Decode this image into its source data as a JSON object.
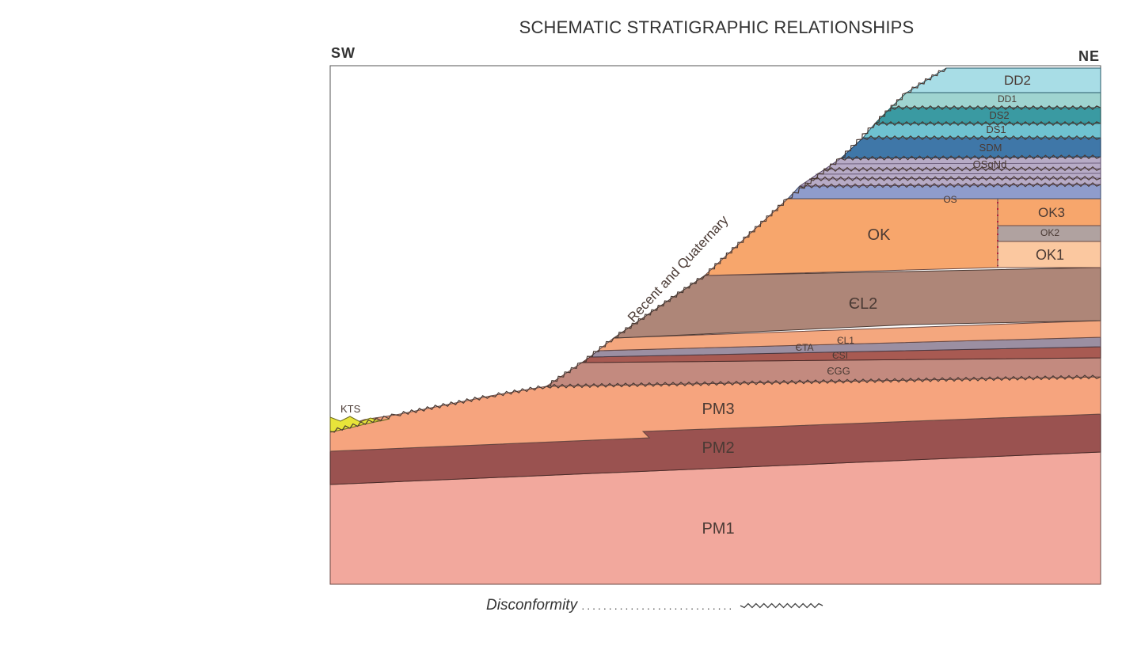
{
  "title": "SCHEMATIC STRATIGRAPHIC RELATIONSHIPS",
  "direction_left": "SW",
  "direction_right": "NE",
  "slope_label": "Recent and Quaternary",
  "units": {
    "dd2": "DD2",
    "dd1": "DD1",
    "ds2": "DS2",
    "ds1": "DS1",
    "sdm": "SDM",
    "osgnd": "OSgNd",
    "os": "OS",
    "ok": "OK",
    "ok3": "OK3",
    "ok2": "OK2",
    "ok1": "OK1",
    "cl2": "ЄL2",
    "cl1": "ЄL1",
    "cta": "ЄTA",
    "csi": "ЄSI",
    "cgg": "ЄGG",
    "pm3": "PM3",
    "pm2": "PM2",
    "pm1": "PM1",
    "kts": "KTS"
  },
  "legend": {
    "label": "Disconformity",
    "dots": "............................"
  },
  "colors": {
    "pm1": "#f2a89d",
    "pm2": "#9a5250",
    "pm3": "#f6a47e",
    "cgg": "#c38a7f",
    "csi": "#a85a52",
    "cta": "#9b8fa2",
    "cl1": "#f4a77e",
    "cl2": "#ae8678",
    "ok": "#f7a66c",
    "ok3": "#f7a66c",
    "ok2": "#b0a2a0",
    "ok1": "#fbc8a0",
    "os": "#8f9ccc",
    "ords": "#b7abc6",
    "sdm": "#3f77a8",
    "ds1": "#6fc2d0",
    "ds2": "#3a9aa2",
    "dd1": "#9fd4d0",
    "dd2": "#a8dde6",
    "kts": "#e8e43a"
  }
}
